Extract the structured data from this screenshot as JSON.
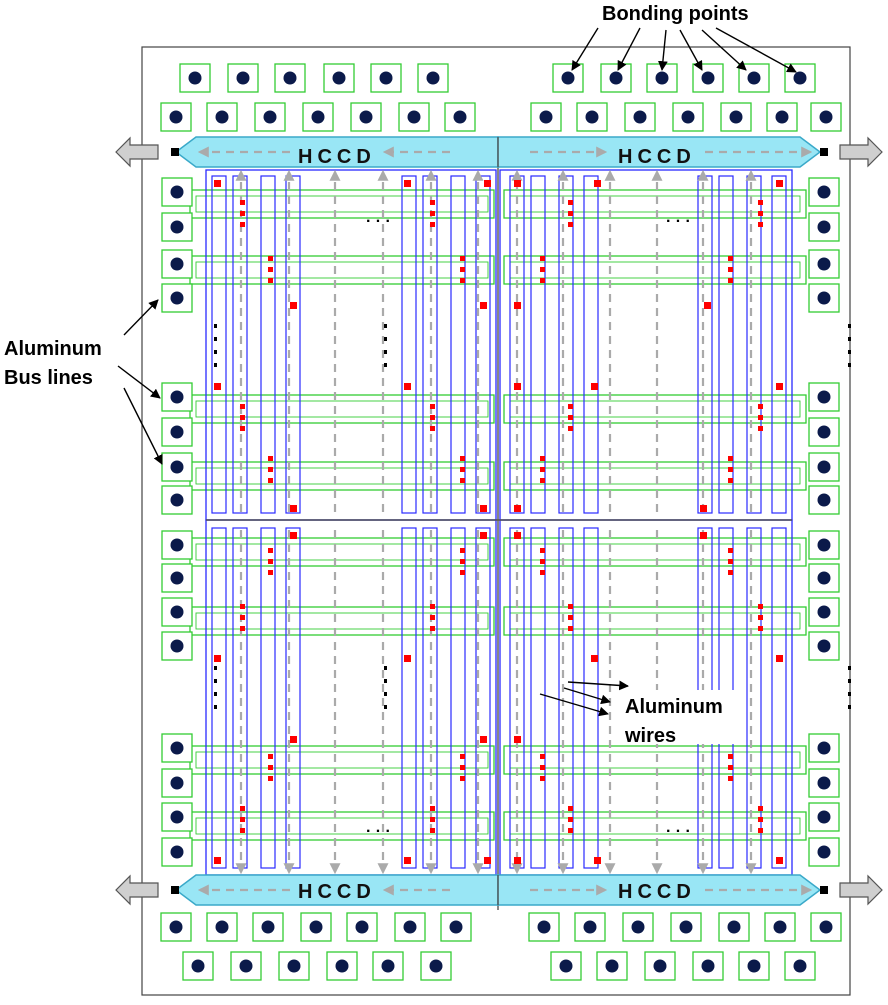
{
  "labels": {
    "bonding_points": "Bonding points",
    "aluminum_bus_line1": "Aluminum",
    "aluminum_bus_line2": "Bus lines",
    "aluminum_wires_line1": "Aluminum",
    "aluminum_wires_line2": "wires",
    "hccd": "HCCD",
    "ellipsis": "· · ·"
  },
  "colors": {
    "pad_outline": "#33cc33",
    "bond_dot": "#0b1a4a",
    "vccd_outline": "#2a2aff",
    "hccd_fill": "#99e6f5",
    "hccd_outline": "#3aa9c9",
    "dashed_arrow": "#aaaaaa",
    "red_contact": "#ff0000",
    "output_arrow": "#cfcfcf",
    "chip_outline": "#333333"
  },
  "icons": {
    "output_arrow": "block-arrow-icon",
    "bond_pad": "bond-pad-icon"
  }
}
